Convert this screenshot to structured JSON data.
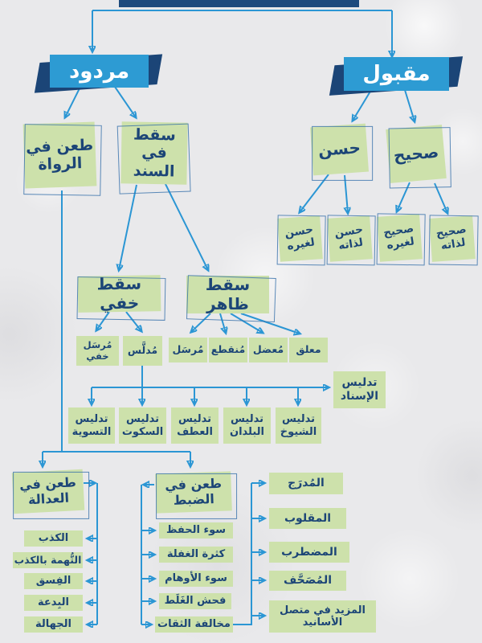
{
  "colors": {
    "accent_blue": "#2d9bd3",
    "navy": "#1b4577",
    "box_green": "#cde1ab",
    "text_navy": "#1c4577",
    "line_blue": "#2b96d4",
    "background": "#e9e9eb"
  },
  "tree": {
    "accepted": {
      "label": "مقبول",
      "sahih": {
        "label": "صحيح",
        "lidhatih": {
          "label": "صحيح لذاته"
        },
        "lighayrih": {
          "label": "صحيح لغيره"
        }
      },
      "hasan": {
        "label": "حسن",
        "lidhatih": {
          "label": "حسن لذاته"
        },
        "lighayrih": {
          "label": "حسن لغيره"
        }
      }
    },
    "rejected": {
      "label": "مردود",
      "taan_ruwat": {
        "label": "طعن في الرواة",
        "adalah": {
          "label": "طعن في العدالة",
          "items": [
            "الكذب",
            "التُّهمة بالكذب",
            "الفِسق",
            "البِدعة",
            "الجهالة"
          ]
        },
        "dabt": {
          "label": "طعن في الضبط",
          "items": [
            "سوء الحفظ",
            "كثرة الغفلة",
            "سوء الأوهام",
            "فحش الغَلَط",
            "مخالفة الثقات"
          ],
          "related": [
            "المُدرَج",
            "المقلوب",
            "المضطرب",
            "المُصَحَّف",
            "المزيد في متصل الأسانيد"
          ]
        }
      },
      "saqt_sanad": {
        "label": "سقط في السند",
        "khafi": {
          "label": "سقط خفي",
          "mursal_khafi": {
            "label": "مُرسَل خفي"
          },
          "mudallas": {
            "label": "مُدلَّس",
            "isnad": {
              "label": "تدليس الإسناد"
            },
            "types": [
              "تدليس الشيوخ",
              "تدليس البلدان",
              "تدليس العطف",
              "تدليس السكوت",
              "تدليس التسوية"
            ]
          }
        },
        "zahir": {
          "label": "سقط ظاهر",
          "types": [
            "مُرسَل",
            "مُنقطع",
            "مُعضل",
            "معلق"
          ]
        }
      }
    }
  }
}
